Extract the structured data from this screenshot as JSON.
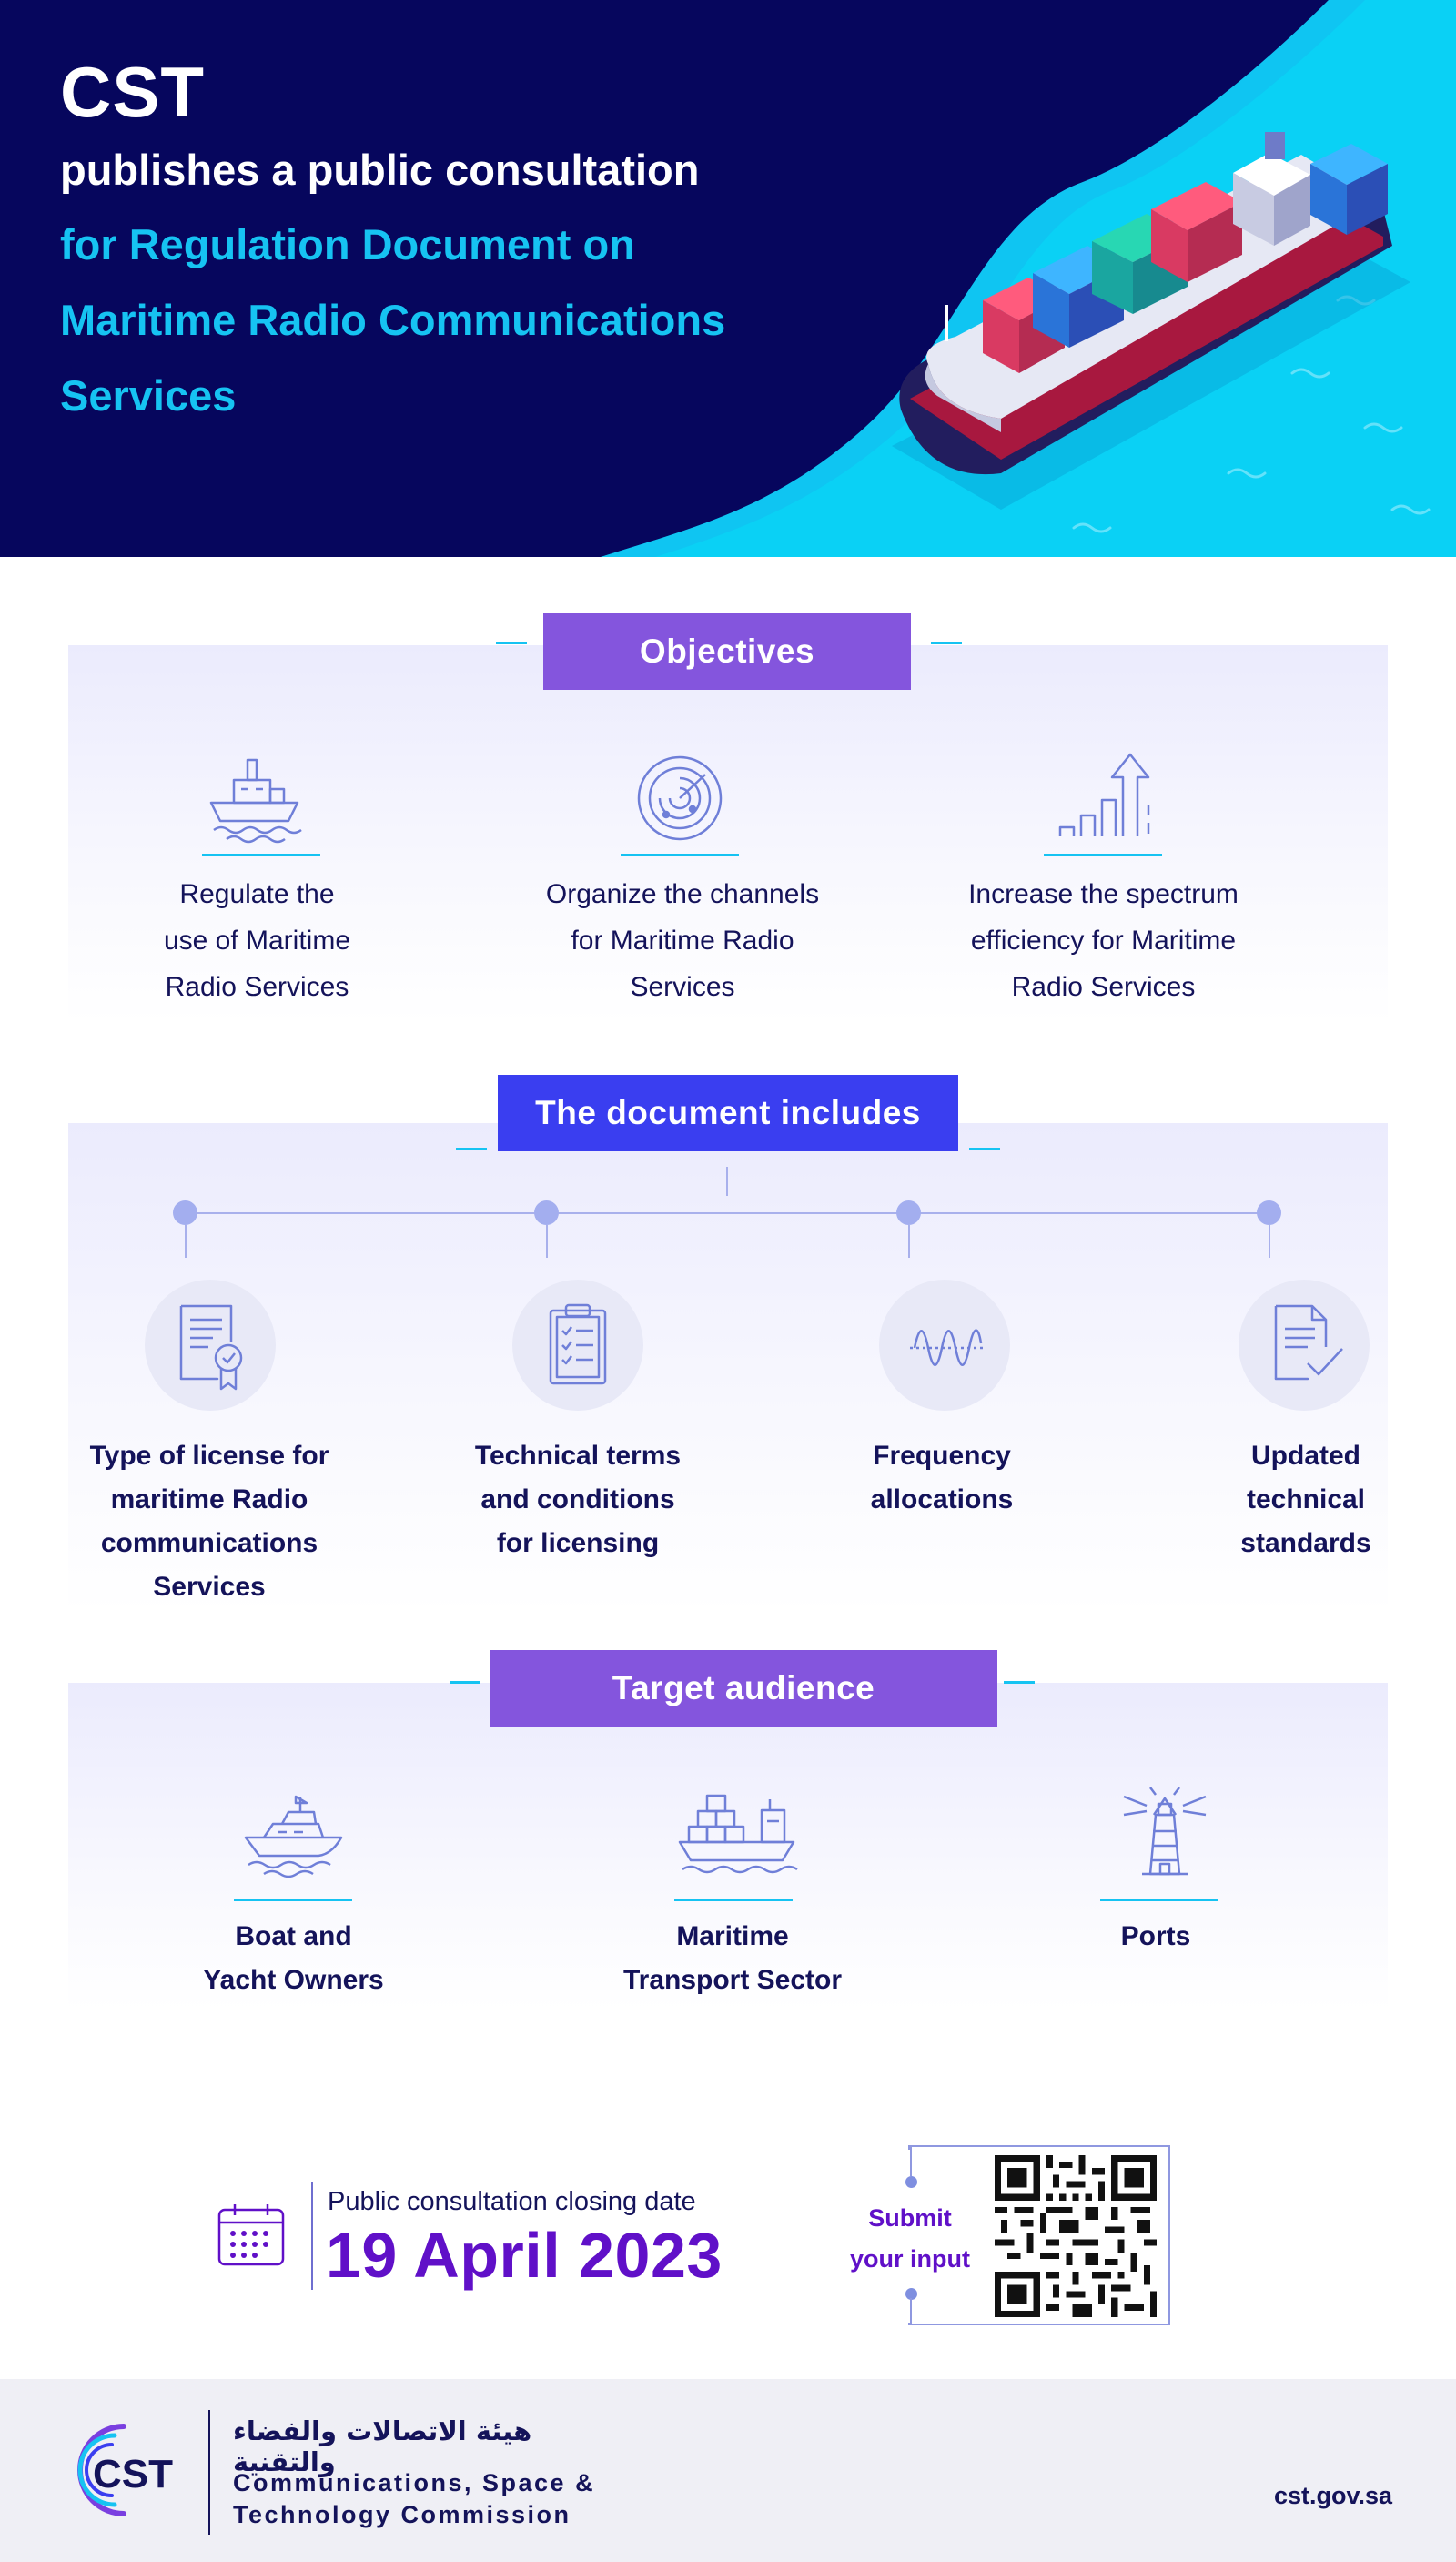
{
  "hero": {
    "brand": "CST",
    "line1": "publishes a public consultation",
    "line2": "for Regulation Document on",
    "line3": "Maritime Radio Communications",
    "line4": "Services"
  },
  "objectives": {
    "title": "Objectives",
    "items": [
      {
        "icon": "ship-icon",
        "lines": [
          "Regulate the",
          "use of  Maritime",
          "Radio Services"
        ]
      },
      {
        "icon": "radar-icon",
        "lines": [
          "Organize the channels",
          "for Maritime Radio",
          "Services"
        ]
      },
      {
        "icon": "growth-chart-icon",
        "lines": [
          "Increase the spectrum",
          "efficiency for Maritime",
          "Radio Services"
        ]
      }
    ]
  },
  "includes": {
    "title": "The document includes",
    "items": [
      {
        "icon": "certificate-icon",
        "lines": [
          "Type of license for",
          "maritime Radio",
          "communications",
          "Services"
        ]
      },
      {
        "icon": "clipboard-checklist-icon",
        "lines": [
          "Technical terms",
          "and conditions",
          "for licensing"
        ]
      },
      {
        "icon": "waveform-icon",
        "lines": [
          "Frequency",
          "allocations"
        ]
      },
      {
        "icon": "document-check-icon",
        "lines": [
          "Updated",
          "technical",
          "standards"
        ]
      }
    ]
  },
  "audience": {
    "title": "Target audience",
    "items": [
      {
        "icon": "yacht-icon",
        "lines": [
          "Boat and",
          "Yacht Owners"
        ]
      },
      {
        "icon": "cargo-ship-icon",
        "lines": [
          "Maritime",
          "Transport Sector"
        ]
      },
      {
        "icon": "lighthouse-icon",
        "lines": [
          "Ports"
        ]
      }
    ]
  },
  "deadline": {
    "label": "Public consultation closing date",
    "date": "19 April 2023",
    "submit_line1": "Submit",
    "submit_line2": "your input"
  },
  "footer": {
    "arabic_name": "هيئة الاتصالات والفضاء والتقنية",
    "english_line1": "Communications, Space &",
    "english_line2": "Technology Commission",
    "logo_text": "CST",
    "url": "cst.gov.sa"
  },
  "colors": {
    "navy": "#06065d",
    "cyan": "#16c3f2",
    "purple": "#8455dd",
    "blue": "#3a3ef0",
    "date_purple": "#6010c8",
    "icon_stroke": "#6f7fd8"
  }
}
